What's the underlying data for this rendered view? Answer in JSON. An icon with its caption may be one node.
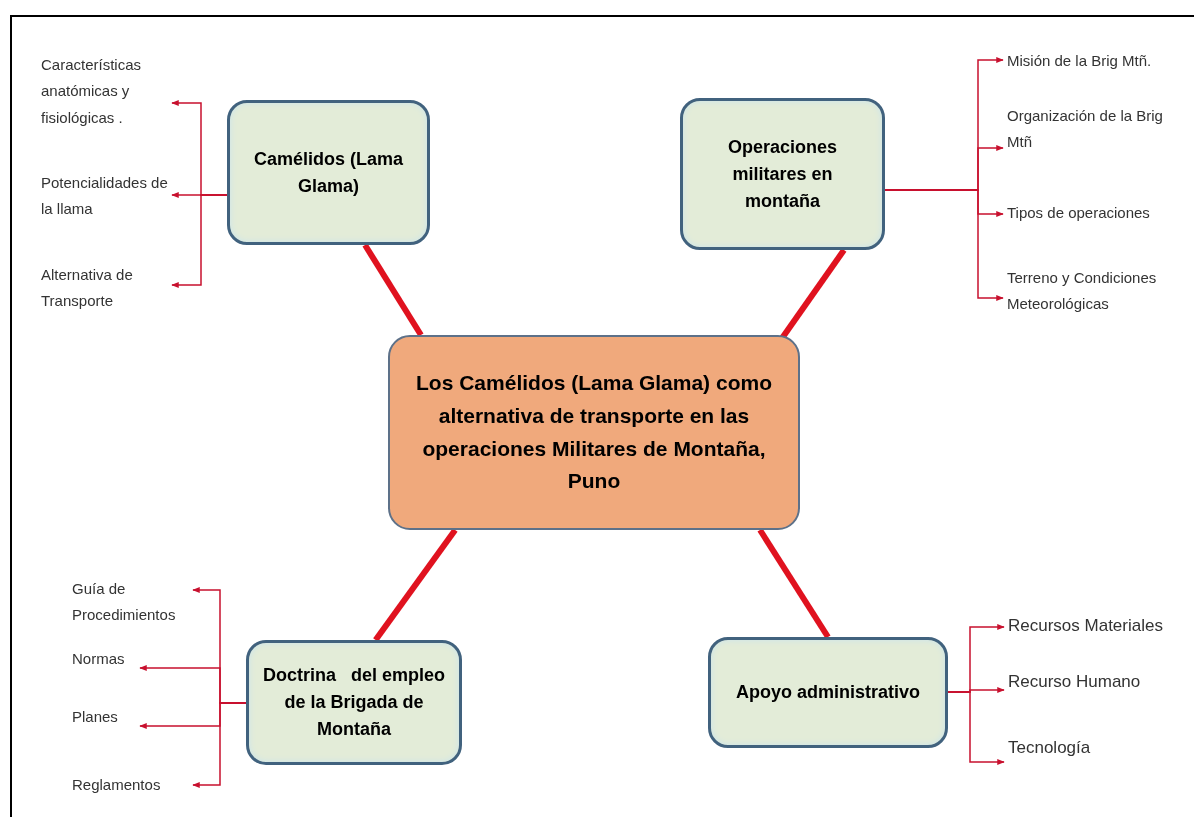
{
  "diagram": {
    "nodes": [
      {
        "text": [
          "Los Camélidos (Lama Glama) como alternativa de transporte en las operaciones Militares de Montaña, Puno"
        ]
      },
      {
        "text": [
          "Camélidos (Lama Glama)"
        ]
      },
      {
        "text": [
          "Operaciones militares en montaña"
        ]
      },
      {
        "text": [
          "Doctrina   del empleo de la Brigada de Montaña"
        ]
      },
      {
        "text": [
          "Apoyo administrativo"
        ]
      },
      {
        "text": [
          "Características anatómicas y fisiológicas ."
        ]
      },
      {
        "text": [
          "Potencialidades de la llama"
        ]
      },
      {
        "text": [
          "Alternativa de Transporte"
        ]
      },
      {
        "text": [
          "Misión de la Brig Mtñ."
        ]
      },
      {
        "text": [
          "Organización de la Brig Mtñ"
        ]
      },
      {
        "text": [
          "Tipos de operaciones"
        ]
      },
      {
        "text": [
          "Terreno y Condiciones Meteorológicas"
        ]
      },
      {
        "text": [
          "Guía de Procedimientos"
        ]
      },
      {
        "text": [
          "Normas"
        ]
      },
      {
        "text": [
          "Planes"
        ]
      },
      {
        "text": [
          "Reglamentos"
        ]
      },
      {
        "text": [
          "Recursos Materiales"
        ]
      },
      {
        "text": [
          "Recurso Humano"
        ]
      },
      {
        "text": [
          "Tecnología"
        ]
      }
    ],
    "edges": [
      {
        "from": 0,
        "to": 1,
        "arrow": "none",
        "style": "thick"
      },
      {
        "from": 0,
        "to": 2,
        "arrow": "none",
        "style": "thick"
      },
      {
        "from": 0,
        "to": 3,
        "arrow": "none",
        "style": "thick"
      },
      {
        "from": 0,
        "to": 4,
        "arrow": "none",
        "style": "thick"
      },
      {
        "from": 1,
        "to": 5,
        "arrow": "to"
      },
      {
        "from": 1,
        "to": 6,
        "arrow": "to"
      },
      {
        "from": 1,
        "to": 7,
        "arrow": "to"
      },
      {
        "from": 2,
        "to": 8,
        "arrow": "to"
      },
      {
        "from": 2,
        "to": 9,
        "arrow": "to"
      },
      {
        "from": 2,
        "to": 10,
        "arrow": "to"
      },
      {
        "from": 2,
        "to": 11,
        "arrow": "to"
      },
      {
        "from": 3,
        "to": 12,
        "arrow": "to"
      },
      {
        "from": 3,
        "to": 13,
        "arrow": "to"
      },
      {
        "from": 3,
        "to": 14,
        "arrow": "to"
      },
      {
        "from": 3,
        "to": 15,
        "arrow": "to"
      },
      {
        "from": 4,
        "to": 16,
        "arrow": "to"
      },
      {
        "from": 4,
        "to": 17,
        "arrow": "to"
      },
      {
        "from": 4,
        "to": 18,
        "arrow": "to"
      }
    ]
  }
}
